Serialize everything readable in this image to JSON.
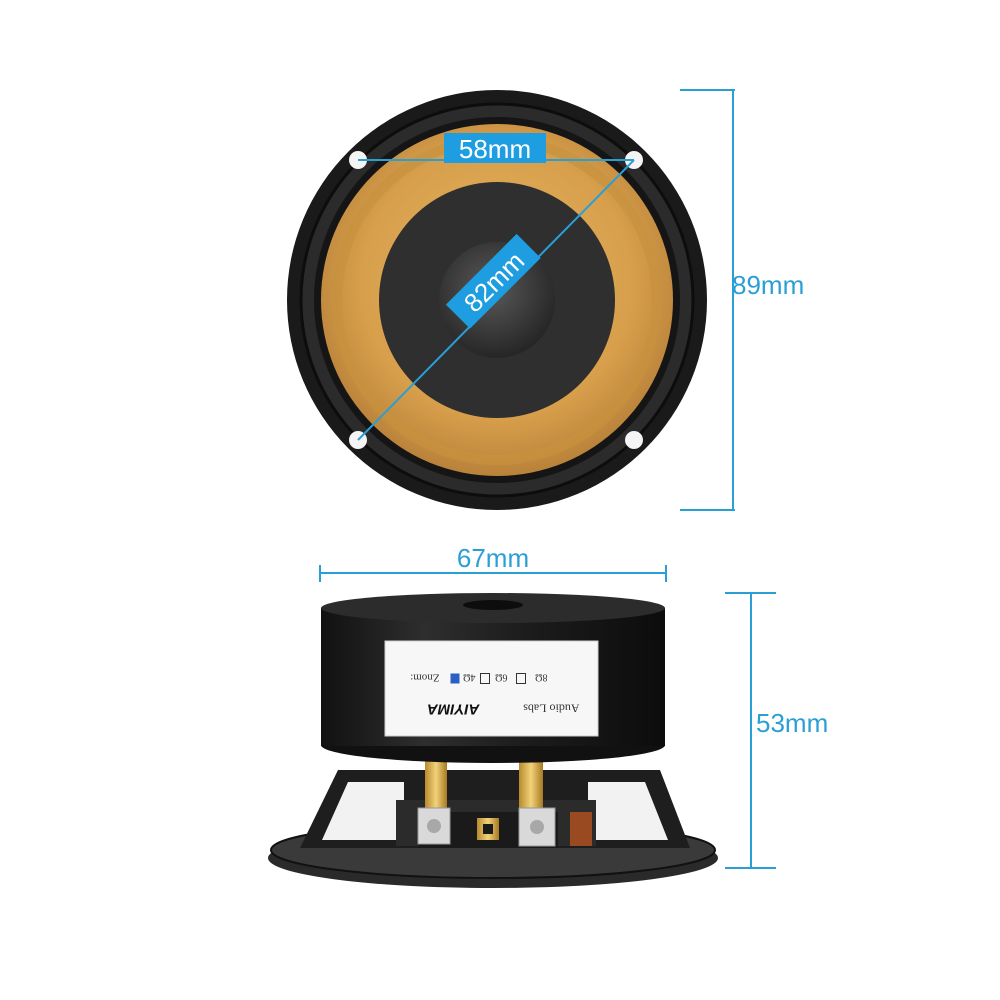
{
  "colors": {
    "dimension_line": "#2a9fd6",
    "dimension_text": "#2a9fd6",
    "label_box": "#1e9ee0",
    "label_text_on_box": "#ffffff",
    "cone": "#d9a452",
    "frame": "#1b1b1b"
  },
  "dimensions": {
    "mounting_holes": "58mm",
    "cone_diameter": "82mm",
    "outer_diameter": "89mm",
    "magnet_diameter": "67mm",
    "depth": "53mm"
  },
  "label": {
    "brand": "AIYIMA",
    "sub_brand": "Audio Labs",
    "impedance_title": "Znom:",
    "options": [
      "4Ω",
      "6Ω",
      "8Ω"
    ],
    "selected": "4Ω"
  }
}
